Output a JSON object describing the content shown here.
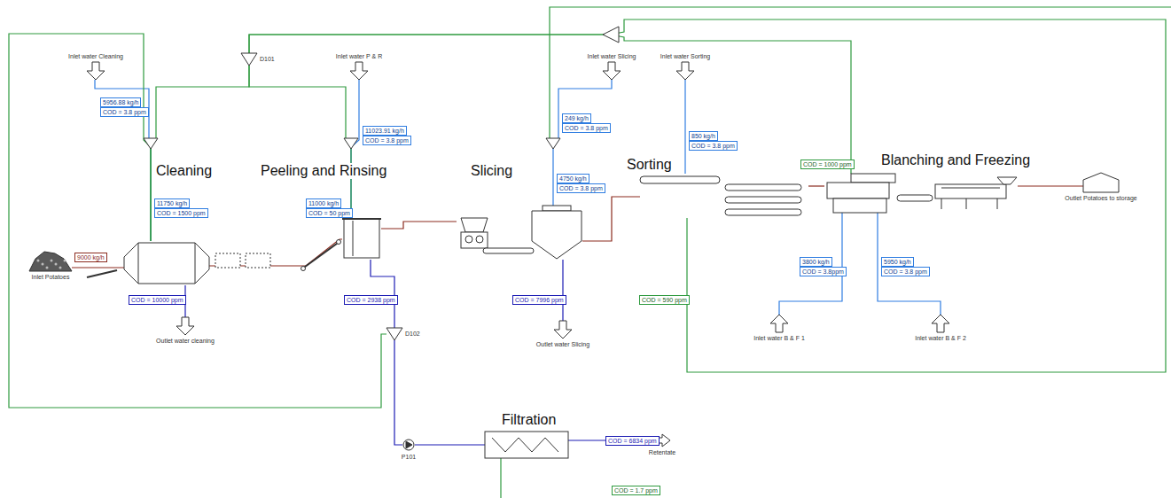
{
  "diagram": {
    "nodes": [
      {
        "text": [
          "Inlet water Cleaning"
        ]
      },
      {
        "text": [
          "D101"
        ]
      },
      {
        "text": [
          "Inlet water P & R"
        ]
      },
      {
        "text": [
          "Inlet water Slicing"
        ]
      },
      {
        "text": [
          "Inlet water Sorting"
        ]
      },
      {
        "text": [
          "Cleaning"
        ]
      },
      {
        "text": [
          "Peeling and Rinsing"
        ]
      },
      {
        "text": [
          "Slicing"
        ]
      },
      {
        "text": [
          "Sorting"
        ]
      },
      {
        "text": [
          "Blanching and Freezing"
        ]
      },
      {
        "text": [
          "Outlet Potatoes to storage"
        ]
      },
      {
        "text": [
          "Inlet Potatoes"
        ]
      },
      {
        "text": [
          "Outlet water cleaning"
        ]
      },
      {
        "text": [
          "D102"
        ]
      },
      {
        "text": [
          "Outlet water Slicing"
        ]
      },
      {
        "text": [
          "Inlet water B & F 1"
        ]
      },
      {
        "text": [
          "Inlet water B & F 2"
        ]
      },
      {
        "text": [
          "P101"
        ]
      },
      {
        "text": [
          "Filtration"
        ]
      },
      {
        "text": [
          "Retentate"
        ]
      },
      {
        "text": [
          "5956.88 kg/h"
        ]
      },
      {
        "text": [
          "COD = 3.8 ppm"
        ]
      },
      {
        "text": [
          "11750 kg/h"
        ]
      },
      {
        "text": [
          "COD = 1500 ppm"
        ]
      },
      {
        "text": [
          "11023.91 kg/h"
        ]
      },
      {
        "text": [
          "COD = 3.8 ppm"
        ]
      },
      {
        "text": [
          "11000 kg/h"
        ]
      },
      {
        "text": [
          "COD = 50 ppm"
        ]
      },
      {
        "text": [
          "249 kg/h"
        ]
      },
      {
        "text": [
          "COD = 3.8 ppm"
        ]
      },
      {
        "text": [
          "4750 kg/h"
        ]
      },
      {
        "text": [
          "COD = 3.8 ppm"
        ]
      },
      {
        "text": [
          "850 kg/h"
        ]
      },
      {
        "text": [
          "COD = 3.8 ppm"
        ]
      },
      {
        "text": [
          "COD = 1000 ppm"
        ]
      },
      {
        "text": [
          "3800 kg/h"
        ]
      },
      {
        "text": [
          "COD = 3.8ppm"
        ]
      },
      {
        "text": [
          "5950 kg/h"
        ]
      },
      {
        "text": [
          "COD = 3.8 ppm"
        ]
      },
      {
        "text": [
          "9000 kg/h"
        ]
      },
      {
        "text": [
          "COD = 10000 ppm"
        ]
      },
      {
        "text": [
          "COD = 2938 ppm"
        ]
      },
      {
        "text": [
          "COD = 7996 ppm"
        ]
      },
      {
        "text": [
          "COD = 590 ppm"
        ]
      },
      {
        "text": [
          "COD = 6834 ppm"
        ]
      },
      {
        "text": [
          "COD = 1.7 ppm"
        ]
      }
    ],
    "edges": [
      {
        "from": 11,
        "to": 5,
        "arrow": "none"
      },
      {
        "from": 0,
        "to": 5,
        "arrow": "none"
      },
      {
        "from": 1,
        "to": 5,
        "arrow": "none"
      },
      {
        "from": 13,
        "to": 5,
        "arrow": "none"
      },
      {
        "from": 5,
        "to": 12,
        "arrow": "none"
      },
      {
        "from": 5,
        "to": 6,
        "arrow": "none"
      },
      {
        "from": 2,
        "to": 6,
        "arrow": "none"
      },
      {
        "from": 1,
        "to": 6,
        "arrow": "none"
      },
      {
        "from": 6,
        "to": 13,
        "arrow": "none"
      },
      {
        "from": 13,
        "to": 17,
        "arrow": "none"
      },
      {
        "from": 17,
        "to": 18,
        "arrow": "none"
      },
      {
        "from": 18,
        "to": 19,
        "arrow": "none"
      },
      {
        "from": 6,
        "to": 7,
        "arrow": "none"
      },
      {
        "from": 3,
        "to": 7,
        "arrow": "none"
      },
      {
        "from": 7,
        "to": 14,
        "arrow": "none"
      },
      {
        "from": 7,
        "to": 8,
        "arrow": "none"
      },
      {
        "from": 4,
        "to": 8,
        "arrow": "none"
      },
      {
        "from": 8,
        "to": 9,
        "arrow": "none"
      },
      {
        "from": 15,
        "to": 9,
        "arrow": "none"
      },
      {
        "from": 16,
        "to": 9,
        "arrow": "none"
      },
      {
        "from": 9,
        "to": 10,
        "arrow": "none"
      },
      {
        "from": 9,
        "to": 1,
        "arrow": "none"
      },
      {
        "from": 8,
        "to": 1,
        "arrow": "none"
      }
    ]
  }
}
